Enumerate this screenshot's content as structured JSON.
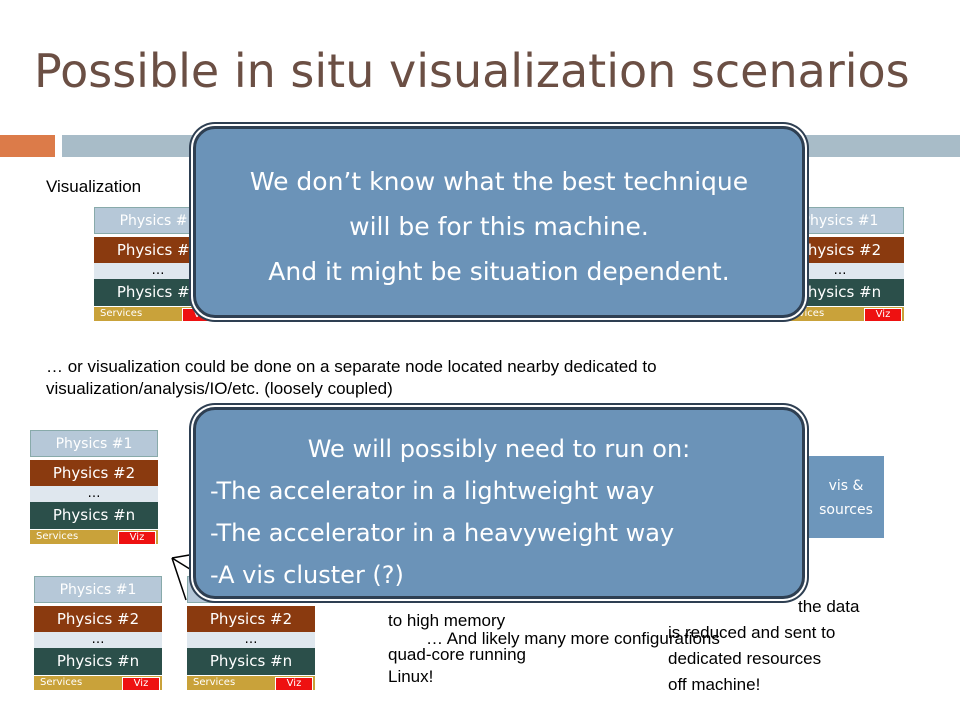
{
  "slide": {
    "title": "Possible in situ visualization scenarios",
    "top_text": "Visualization",
    "mid_text_line1": "… or visualization could be done on a separate node located nearby dedicated to",
    "mid_text_line2": "visualization/analysis/IO/etc. (loosely coupled)",
    "overlap_text_a1": "to high memory",
    "overlap_text_a2": "quad-core running",
    "overlap_text_a3": "Linux!",
    "overlap_text_b1": "… And likely many more configurations",
    "overlap_text_c1": "the data",
    "overlap_text_c2": "is reduced and sent to",
    "overlap_text_c3": "dedicated resources",
    "overlap_text_c4": "off machine!",
    "vis_box_line1": "vis &",
    "vis_box_line2": "sources"
  },
  "stack": {
    "physics1": "Physics #1",
    "physics2": "Physics #2",
    "dots": "…",
    "physicsn": "Physics #n",
    "services": "Services",
    "viz": "Viz"
  },
  "callouts": {
    "top_line1": "We don’t know what the best technique",
    "top_line2": "will be for this machine.",
    "top_line3": "And it might be situation dependent.",
    "bottom_line1": "We will possibly need to run on:",
    "bottom_line2": "-The accelerator in a lightweight way",
    "bottom_line3": "-The accelerator in a heavyweight way",
    "bottom_line4": "-A vis cluster (?)"
  },
  "colors": {
    "title": "#6b4f44",
    "accent_orange": "#dc7b49",
    "accent_gray": "#a8bcc8",
    "callout_fill": "#6b93b8",
    "viz_red": "#ee1111"
  }
}
